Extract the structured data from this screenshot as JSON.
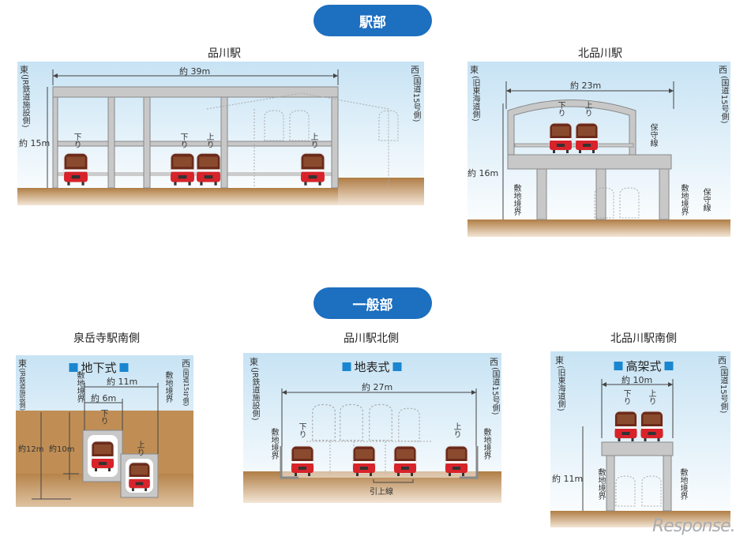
{
  "sections": {
    "station": "駅部",
    "general": "一般部"
  },
  "panels": {
    "shinagawa": {
      "title": "品川駅",
      "east": "東",
      "east_note": "(JR鉄道施設側)",
      "west": "西",
      "west_note": "(国道15号側)",
      "width": "約 39m",
      "height": "約 15m",
      "down": "下り",
      "up": "上り"
    },
    "kitashinagawa": {
      "title": "北品川駅",
      "east": "東",
      "east_note": "(旧東海道側)",
      "west": "西",
      "west_note": "(国道15号側)",
      "width": "約 23m",
      "height": "約 16m",
      "down": "下り",
      "up": "上り",
      "maintenance": "保守線",
      "boundary": "敷地境界"
    },
    "sengakuji_south": {
      "title": "泉岳寺駅南側",
      "type": "地下式",
      "east": "東",
      "east_note": "(JR鉄道施設側)",
      "west": "西",
      "west_note": "(国道15号側)",
      "width_outer": "約 11m",
      "width_inner": "約 6m",
      "depth_outer": "約12m",
      "depth_inner": "約10m",
      "down": "下り",
      "up": "上り",
      "boundary": "敷地境界"
    },
    "shinagawa_north": {
      "title": "品川駅北側",
      "type": "地表式",
      "east": "東",
      "east_note": "(JR鉄道施設側)",
      "west": "西",
      "west_note": "(国道15号側)",
      "width": "約 27m",
      "down": "下り",
      "up": "上り",
      "boundary": "敷地境界",
      "pullout": "引上線"
    },
    "kitashinagawa_south": {
      "title": "北品川駅南側",
      "type": "高架式",
      "east": "東",
      "east_note": "(旧東海道側)",
      "west": "西",
      "west_note": "(国道15号側)",
      "width": "約 10m",
      "height": "約 11m",
      "down": "下り",
      "up": "上り",
      "boundary": "敷地境界"
    }
  },
  "watermark": "Response.",
  "colors": {
    "accent": "#1d6fbf",
    "ground": "#b98a55",
    "sky": "#cde6f5",
    "train_red": "#d8232a",
    "train_brown": "#6b2a1a"
  }
}
